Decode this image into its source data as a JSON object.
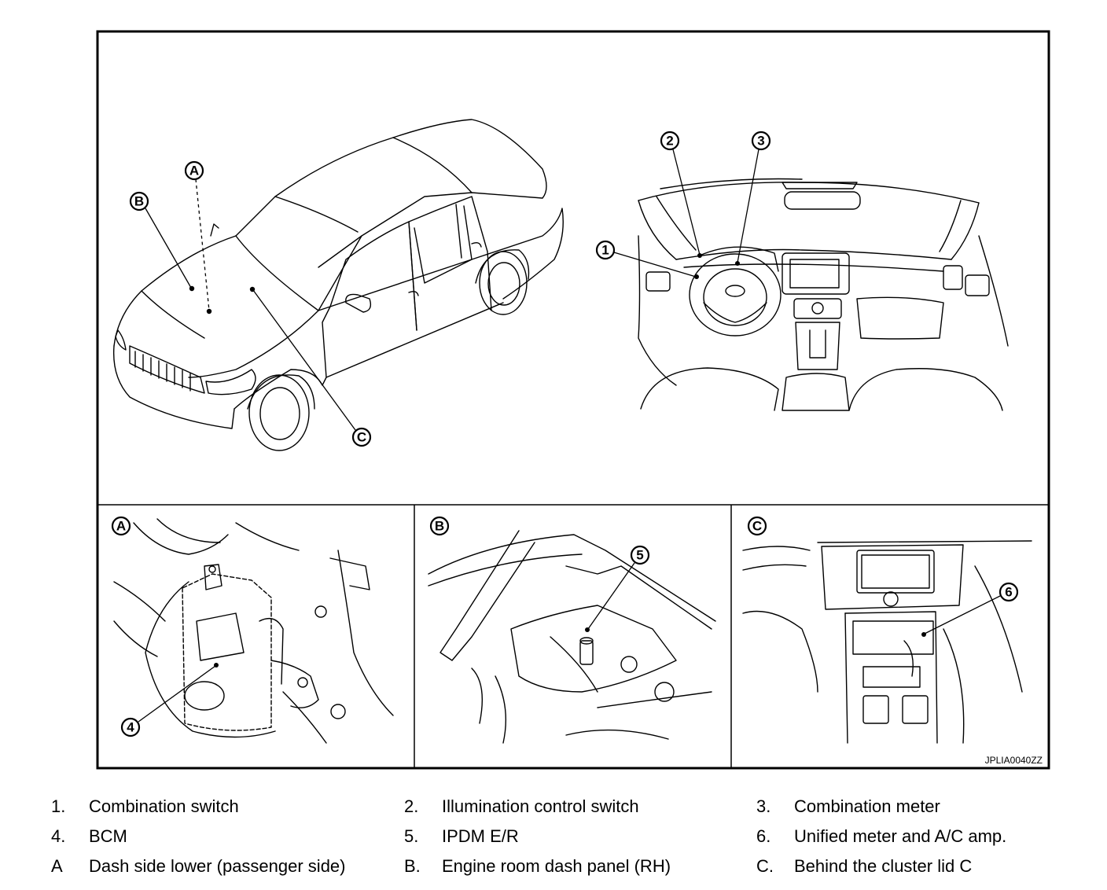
{
  "figure": {
    "code": "JPLIA0040ZZ",
    "callouts": {
      "one": "1",
      "two": "2",
      "three": "3",
      "four": "4",
      "five": "5",
      "six": "6",
      "a": "A",
      "b": "B",
      "c": "C"
    }
  },
  "legend": {
    "rows": [
      [
        {
          "num": "1.",
          "text": "Combination switch"
        },
        {
          "num": "2.",
          "text": "Illumination control switch"
        },
        {
          "num": "3.",
          "text": "Combination meter"
        }
      ],
      [
        {
          "num": "4.",
          "text": "BCM"
        },
        {
          "num": "5.",
          "text": "IPDM E/R"
        },
        {
          "num": "6.",
          "text": "Unified meter and A/C amp."
        }
      ],
      [
        {
          "num": "A",
          "text": "Dash side lower (passenger side)"
        },
        {
          "num": "B.",
          "text": "Engine room dash panel (RH)"
        },
        {
          "num": "C.",
          "text": "Behind the cluster lid C"
        }
      ]
    ]
  }
}
